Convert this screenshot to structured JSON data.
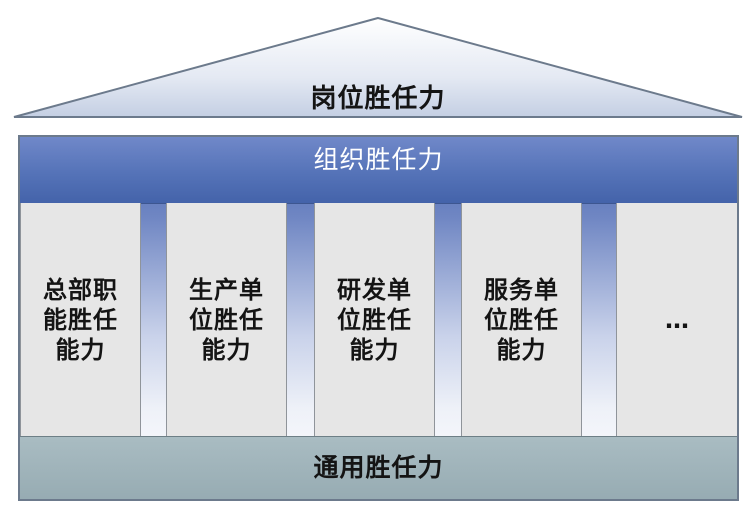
{
  "roof": {
    "label": "岗位胜任力"
  },
  "beam": {
    "label": "组织胜任力"
  },
  "pillars": [
    {
      "label": "总部职\n能胜任\n能力"
    },
    {
      "label": "生产单\n位胜任\n能力"
    },
    {
      "label": "研发单\n位胜任\n能力"
    },
    {
      "label": "服务单\n位胜任\n能力"
    },
    {
      "label": "…"
    }
  ],
  "base": {
    "label": "通用胜任力"
  },
  "colors": {
    "beam": "#5573b8",
    "pillar": "#e6e6e6",
    "base": "#9fb3b9",
    "roof_top": "#ffffff",
    "roof_bottom": "#c4cfe3"
  }
}
